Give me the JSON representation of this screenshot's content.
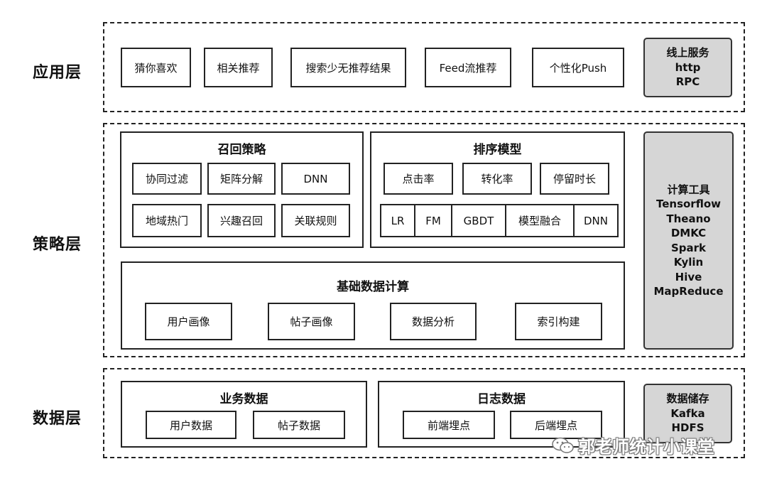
{
  "layers": {
    "app_label": "应用层",
    "strategy_label": "策略层",
    "data_label": "数据层"
  },
  "app": {
    "items": [
      "猜你喜欢",
      "相关推荐",
      "搜索少无推荐结果",
      "Feed流推荐",
      "个性化Push"
    ],
    "online_service": [
      "线上服务",
      "http",
      "RPC"
    ]
  },
  "strategy": {
    "recall": {
      "title": "召回策略",
      "items": [
        "协同过滤",
        "矩阵分解",
        "DNN",
        "地域热门",
        "兴趣召回",
        "关联规则"
      ]
    },
    "ranking": {
      "title": "排序模型",
      "metrics": [
        "点击率",
        "转化率",
        "停留时长"
      ],
      "models": [
        "LR",
        "FM",
        "GBDT",
        "模型融合",
        "DNN"
      ]
    },
    "base": {
      "title": "基础数据计算",
      "items": [
        "用户画像",
        "帖子画像",
        "数据分析",
        "索引构建"
      ]
    },
    "tools": [
      "计算工具",
      "Tensorflow",
      "Theano",
      "DMKC",
      "Spark",
      "Kylin",
      "Hive",
      "MapReduce"
    ]
  },
  "data": {
    "business": {
      "title": "业务数据",
      "items": [
        "用户数据",
        "帖子数据"
      ]
    },
    "log": {
      "title": "日志数据",
      "items": [
        "前端埋点",
        "后端埋点"
      ]
    },
    "storage": [
      "数据储存",
      "Kafka",
      "HDFS"
    ]
  },
  "watermark": "郭老师统计小课堂"
}
